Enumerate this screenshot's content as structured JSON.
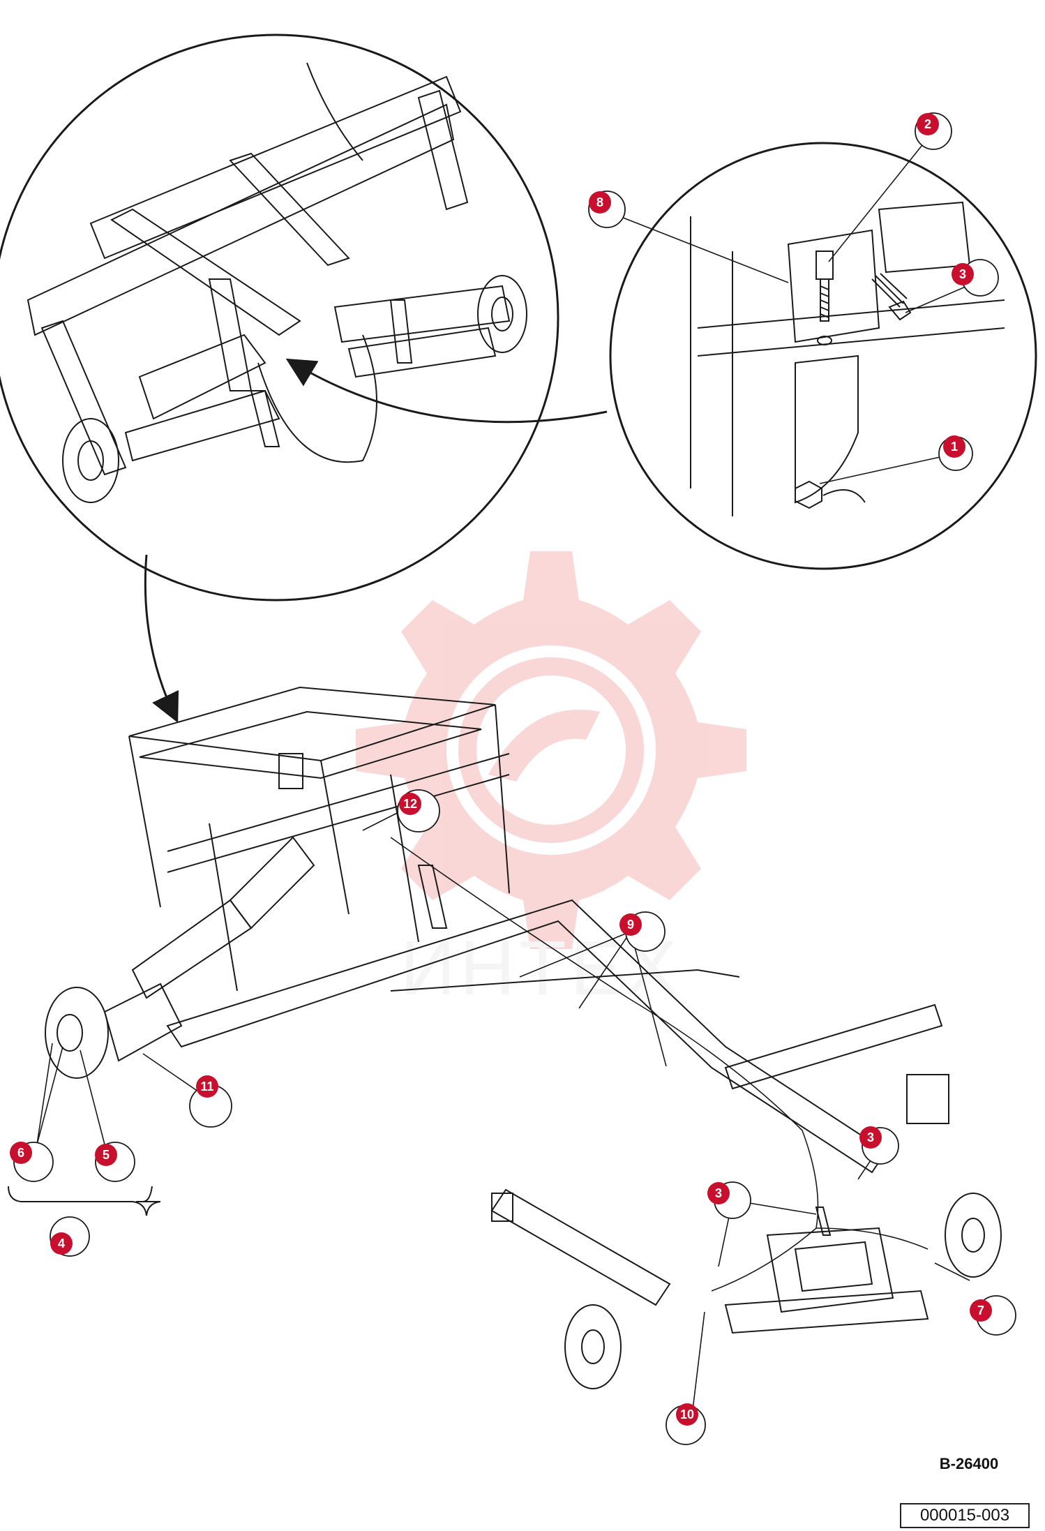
{
  "figure": {
    "figure_code": "B-26400",
    "document_code": "000015-003",
    "watermark_text": "ИНТЕХ",
    "watermark_logo": "gear-with-wrench-logo"
  },
  "callouts": [
    {
      "id": "c1",
      "number": "1"
    },
    {
      "id": "c2",
      "number": "2"
    },
    {
      "id": "c3a",
      "number": "3"
    },
    {
      "id": "c3b",
      "number": "3"
    },
    {
      "id": "c3c",
      "number": "3"
    },
    {
      "id": "c4",
      "number": "4"
    },
    {
      "id": "c5",
      "number": "5"
    },
    {
      "id": "c6",
      "number": "6"
    },
    {
      "id": "c7",
      "number": "7"
    },
    {
      "id": "c8",
      "number": "8"
    },
    {
      "id": "c9",
      "number": "9"
    },
    {
      "id": "c10",
      "number": "10"
    },
    {
      "id": "c11",
      "number": "11"
    },
    {
      "id": "c12",
      "number": "12"
    }
  ],
  "colors": {
    "badge": "#c8102e",
    "line": "#1a1a1a",
    "watermark": "#f6b8b8"
  }
}
